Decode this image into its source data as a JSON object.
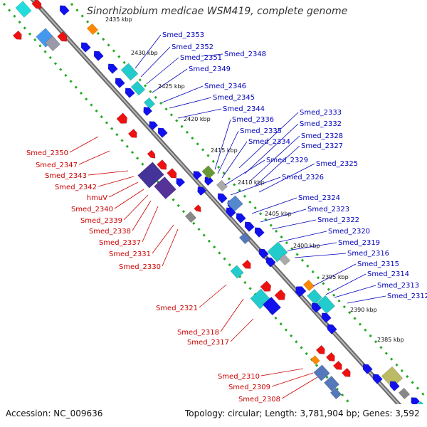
{
  "title": "Sinorhizobium medicae WSM419, complete genome",
  "accession": "Accession: NC_009636",
  "topology": "Topology: circular; Length: 3,781,904 bp; Genes: 3,592",
  "colors": {
    "forward_gene": "#ee1111",
    "reverse_gene": "#1111ee",
    "forward_label": "#cc0000",
    "reverse_label": "#0000bb",
    "backbone": "#8c8c8c",
    "dots": "#22aa22"
  },
  "scale_ticks": [
    {
      "label": "2435 kbp"
    },
    {
      "label": "2430 kbp"
    },
    {
      "label": "2425 kbp"
    },
    {
      "label": "2420 kbp"
    },
    {
      "label": "2415 kbp"
    },
    {
      "label": "2410 kbp"
    },
    {
      "label": "2405 kbp"
    },
    {
      "label": "2400 kbp"
    },
    {
      "label": "2395 kbp"
    },
    {
      "label": "2390 kbp"
    },
    {
      "label": "2385 kbp"
    }
  ],
  "reverse_labels": [
    "Smed_2353",
    "Smed_2352",
    "Smed_2351",
    "Smed_2348",
    "Smed_2349",
    "Smed_2346",
    "Smed_2345",
    "Smed_2344",
    "Smed_2336",
    "Smed_2335",
    "Smed_2334",
    "Smed_2333",
    "Smed_2332",
    "Smed_2328",
    "Smed_2327",
    "Smed_2329",
    "Smed_2325",
    "Smed_2326",
    "Smed_2324",
    "Smed_2323",
    "Smed_2322",
    "Smed_2320",
    "Smed_2319",
    "Smed_2316",
    "Smed_2315",
    "Smed_2314",
    "Smed_2313",
    "Smed_2312"
  ],
  "forward_labels": [
    "Smed_2350",
    "Smed_2347",
    "Smed_2343",
    "Smed_2342",
    "hmuV",
    "Smed_2340",
    "Smed_2339",
    "Smed_2338",
    "Smed_2337",
    "Smed_2331",
    "Smed_2330",
    "Smed_2321",
    "Smed_2318",
    "Smed_2317",
    "Smed_2310",
    "Smed_2309",
    "Smed_2308"
  ]
}
